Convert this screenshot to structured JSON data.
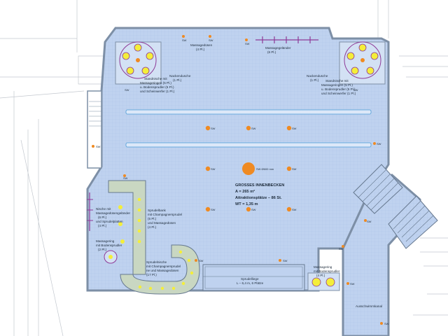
{
  "colors": {
    "water": "#bfd2ef",
    "grid": "#a9bfe2",
    "wall": "#7d8fa6",
    "jet": "#ef8a22",
    "light": "#f4ee3a",
    "massage": "#8e3a98",
    "lounger": "#c9d7c2",
    "stroke": "#66788f"
  },
  "basin": {
    "title": "GROSSES INNENBECKEN",
    "area": "A = 265 m²",
    "attractions": "Attraktionsplätze – 86 St.",
    "depth": "WT = 1,35 m",
    "center_jet_label": "SW Ø600 mm"
  },
  "labels": {
    "massage_jets": [
      "Massagedüsen",
      "(4 Pl.)"
    ],
    "massage_rail": [
      "Massagegeländer",
      "(6 Pl.)"
    ],
    "neck_left": [
      "Nackendusche",
      "(1 Pl.)"
    ],
    "neck_right": [
      "Nackendusche",
      "(1 Pl.)"
    ],
    "standing_left": [
      "Standnische mit",
      "Massageringen (5 Pl.)",
      "u. Bodensprudler (5 Pl.)",
      "und Scheinwerfer (1 Pl.)"
    ],
    "standing_right": [
      "Standnische mit",
      "Massageringen (5 Pl.)",
      "u. Bodensprudler (5 Pl.)",
      "und Scheinwerfer (1 Pl.)"
    ],
    "niche_left": [
      "Nische mit",
      "Massagedüsengeländer",
      "(6 Pl.)",
      "und Sprudelplatten",
      "(4 Pl.)"
    ],
    "massage_ring_left": [
      "Massagering",
      "mit Bodensprudler",
      "(2 Pl.)"
    ],
    "bubble_bench": [
      "Sprudelbank",
      "mit Champagnersprudel",
      "(5 Pl.)",
      "und Massagedüsen",
      "(4 Pl.)"
    ],
    "bubble_niche": [
      "Sprudelnische",
      "mit Champagnersprudel",
      "ne und Massagedüsen",
      "(17 Pl.)"
    ],
    "bubble_lounger": [
      "Sprudelliege",
      "L – 6,4 m, 6 Plätze"
    ],
    "massage_ring_right": [
      "Massagering",
      "mit Bodensprudler",
      "(4 Pl.)"
    ],
    "swim_out_channel": "Ausschwimmkanal"
  },
  "sw": "SW"
}
